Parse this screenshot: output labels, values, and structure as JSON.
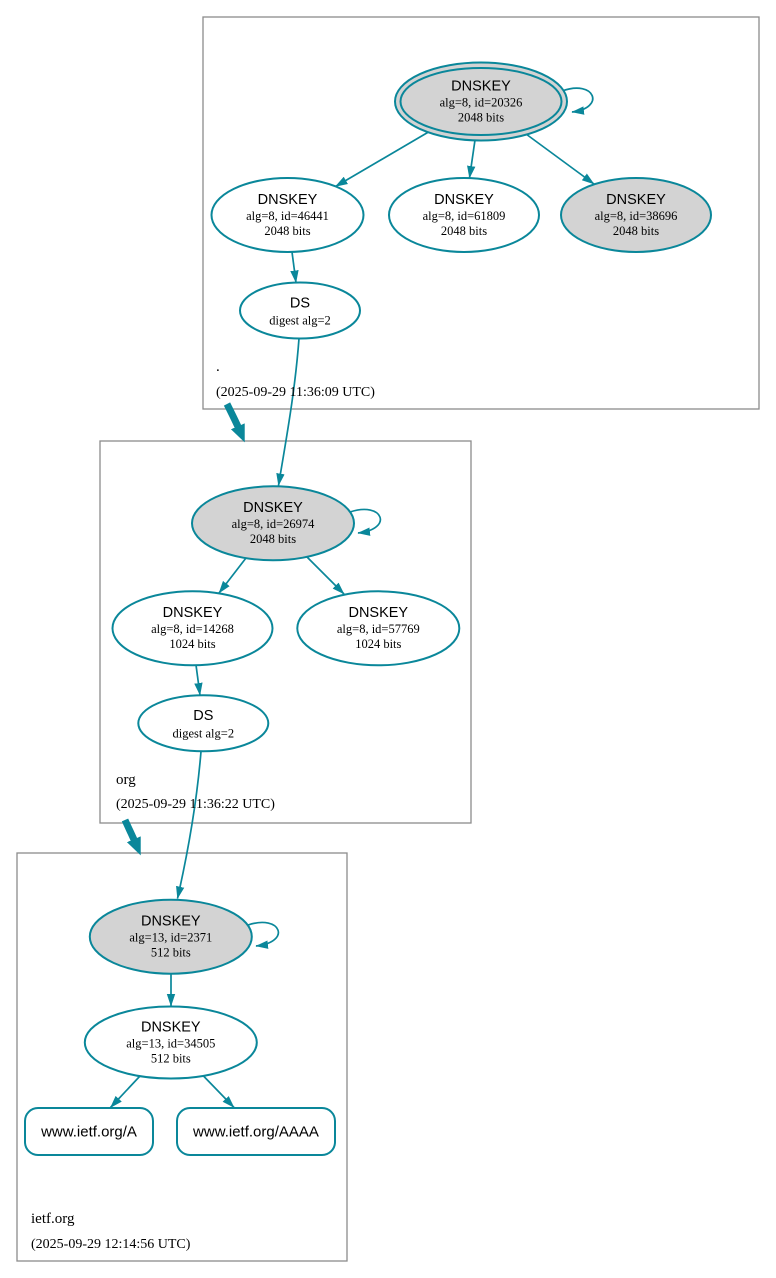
{
  "diagram": {
    "type": "dnssec-authentication-chain",
    "colors": {
      "edge": "#0a879a",
      "ksk_fill": "#d3d3d3",
      "node_fill": "#ffffff",
      "zone_border": "#8c8c8c",
      "text": "#000000",
      "background": "#ffffff"
    },
    "zones": [
      {
        "name": ".",
        "timestamp": "(2025-09-29 11:36:09 UTC)",
        "nodes": {
          "ksk": {
            "title": "DNSKEY",
            "detail": "alg=8, id=20326",
            "bits": "2048 bits"
          },
          "zsk1": {
            "title": "DNSKEY",
            "detail": "alg=8, id=46441",
            "bits": "2048 bits"
          },
          "zsk2": {
            "title": "DNSKEY",
            "detail": "alg=8, id=61809",
            "bits": "2048 bits"
          },
          "zsk3": {
            "title": "DNSKEY",
            "detail": "alg=8, id=38696",
            "bits": "2048 bits"
          },
          "ds": {
            "title": "DS",
            "detail": "digest alg=2"
          }
        }
      },
      {
        "name": "org",
        "timestamp": "(2025-09-29 11:36:22 UTC)",
        "nodes": {
          "ksk": {
            "title": "DNSKEY",
            "detail": "alg=8, id=26974",
            "bits": "2048 bits"
          },
          "zsk1": {
            "title": "DNSKEY",
            "detail": "alg=8, id=14268",
            "bits": "1024 bits"
          },
          "zsk2": {
            "title": "DNSKEY",
            "detail": "alg=8, id=57769",
            "bits": "1024 bits"
          },
          "ds": {
            "title": "DS",
            "detail": "digest alg=2"
          }
        }
      },
      {
        "name": "ietf.org",
        "timestamp": "(2025-09-29 12:14:56 UTC)",
        "nodes": {
          "ksk": {
            "title": "DNSKEY",
            "detail": "alg=13, id=2371",
            "bits": "512 bits"
          },
          "zsk": {
            "title": "DNSKEY",
            "detail": "alg=13, id=34505",
            "bits": "512 bits"
          },
          "rrset_a": {
            "label": "www.ietf.org/A"
          },
          "rrset_aaaa": {
            "label": "www.ietf.org/AAAA"
          }
        }
      }
    ]
  }
}
